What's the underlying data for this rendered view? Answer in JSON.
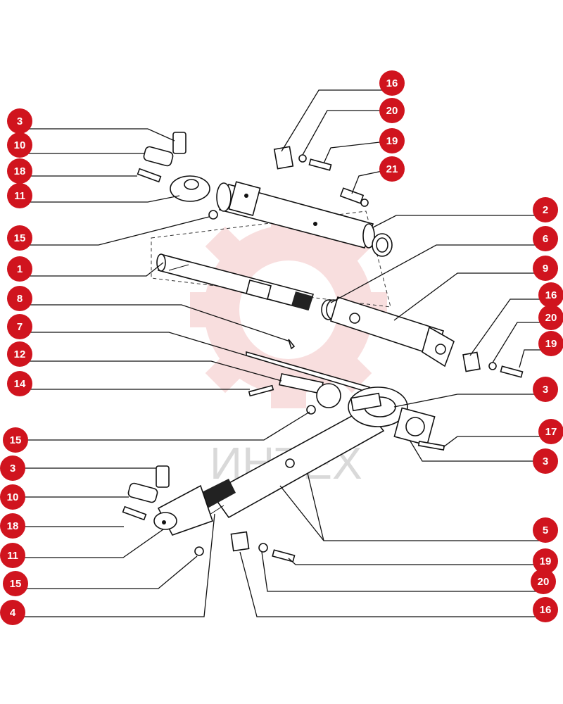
{
  "watermark": {
    "text": "ИНТЕХ",
    "color": "#f2b8b8"
  },
  "callout_color": "#d0141e",
  "callouts": {
    "c16a": "16",
    "c20a": "20",
    "c19a": "19",
    "c21a": "21",
    "c3a": "3",
    "c10a": "10",
    "c18a": "18",
    "c11a": "11",
    "c15a": "15",
    "c1": "1",
    "c2": "2",
    "c6": "6",
    "c9": "9",
    "c8": "8",
    "c7": "7",
    "c12": "12",
    "c14": "14",
    "c16b": "16",
    "c20b": "20",
    "c19b": "19",
    "c3b": "3",
    "c17": "17",
    "c3c": "3",
    "c15b": "15",
    "c3d": "3",
    "c10b": "10",
    "c18b": "18",
    "c11b": "11",
    "c5": "5",
    "c19c": "19",
    "c20c": "20",
    "c15c": "15",
    "c4": "4",
    "c16c": "16"
  }
}
